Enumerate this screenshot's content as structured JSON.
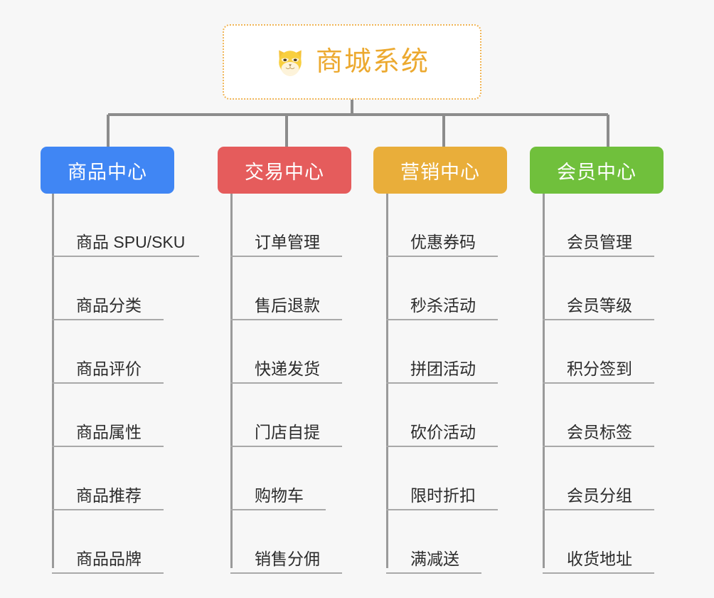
{
  "diagram": {
    "title": "商城系统",
    "background_color": "#f7f7f7",
    "root": {
      "label": "商城系统",
      "icon": "shiba-dog-face-icon",
      "text_color": "#eca92f",
      "border_color": "#f0b556",
      "background_color": "#ffffff"
    },
    "connector_color": "#8c8c8c",
    "columns": [
      {
        "id": "product-center",
        "label": "商品中心",
        "color": "#4086f4",
        "items": [
          "商品 SPU/SKU",
          "商品分类",
          "商品评价",
          "商品属性",
          "商品推荐",
          "商品品牌"
        ]
      },
      {
        "id": "trade-center",
        "label": "交易中心",
        "color": "#e55c5c",
        "items": [
          "订单管理",
          "售后退款",
          "快递发货",
          "门店自提",
          "购物车",
          "销售分佣"
        ]
      },
      {
        "id": "marketing-center",
        "label": "营销中心",
        "color": "#e9ae3a",
        "items": [
          "优惠券码",
          "秒杀活动",
          "拼团活动",
          "砍价活动",
          "限时折扣",
          "满减送"
        ]
      },
      {
        "id": "member-center",
        "label": "会员中心",
        "color": "#70c03c",
        "items": [
          "会员管理",
          "会员等级",
          "积分签到",
          "会员标签",
          "会员分组",
          "收货地址"
        ]
      }
    ]
  }
}
